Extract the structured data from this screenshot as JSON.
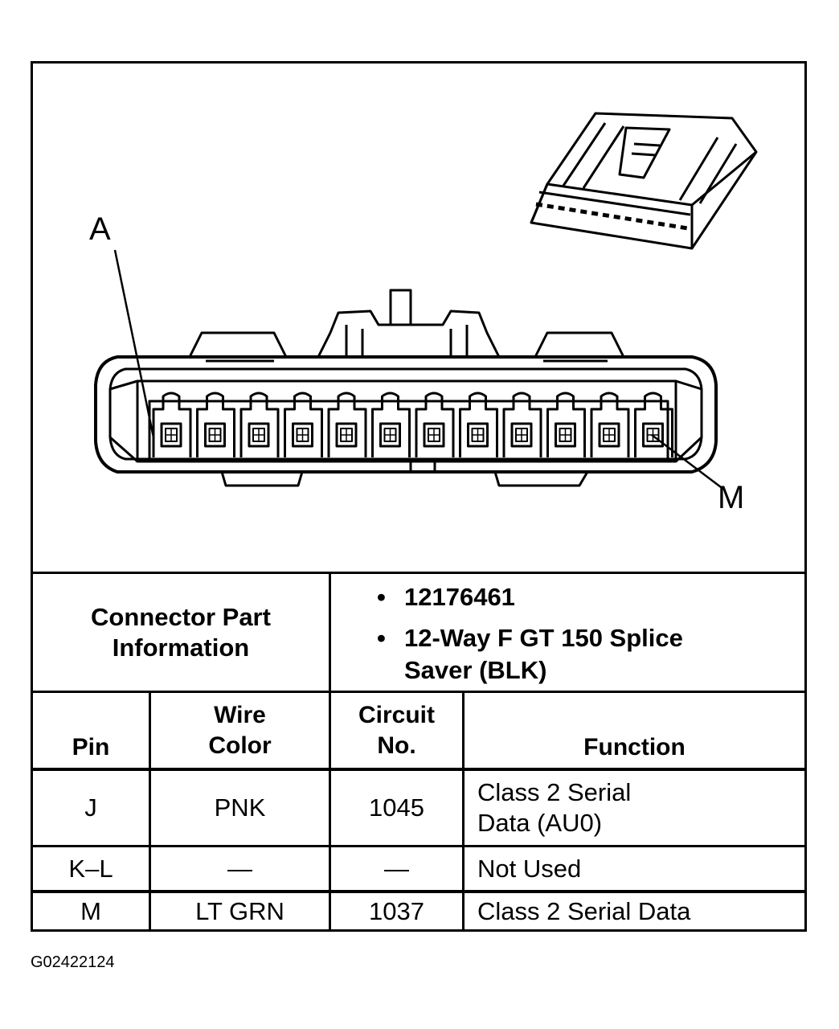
{
  "diagram": {
    "label_a": "A",
    "label_m": "M"
  },
  "part_info": {
    "label": "Connector Part\nInformation",
    "bullets": [
      "12176461",
      "12-Way F GT 150 Splice\nSaver (BLK)"
    ]
  },
  "table": {
    "headers": [
      "Pin",
      "Wire\nColor",
      "Circuit\nNo.",
      "Function"
    ],
    "rows": [
      [
        "J",
        "PNK",
        "1045",
        "Class 2 Serial\nData (AU0)"
      ],
      [
        "K–L",
        "—",
        "—",
        "Not Used"
      ],
      [
        "M",
        "LT GRN",
        "1037",
        "Class 2 Serial Data"
      ]
    ]
  },
  "footer": "G02422124"
}
